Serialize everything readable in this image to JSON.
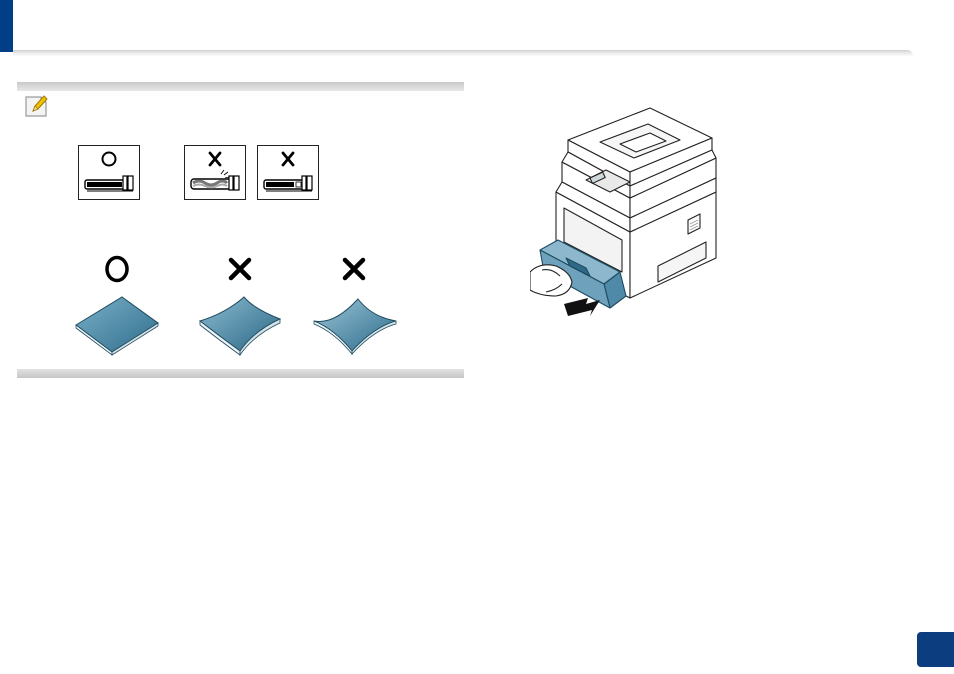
{
  "accent_color": "#003f87",
  "paper_color": "#3f7fa0",
  "note": {
    "icon": "note-pencil-icon",
    "guide_checks": [
      {
        "mark": "ok-circle-icon",
        "state": "correct"
      },
      {
        "mark": "ng-cross-icon",
        "state": "incorrect"
      },
      {
        "mark": "ng-cross-icon",
        "state": "incorrect"
      }
    ],
    "paper_checks": [
      {
        "mark": "ok-circle-icon",
        "state": "flat"
      },
      {
        "mark": "ng-cross-icon",
        "state": "curled"
      },
      {
        "mark": "ng-cross-icon",
        "state": "curled"
      }
    ]
  },
  "illustration": {
    "icon": "printer-tray-insert-illustration"
  },
  "page_number": ""
}
